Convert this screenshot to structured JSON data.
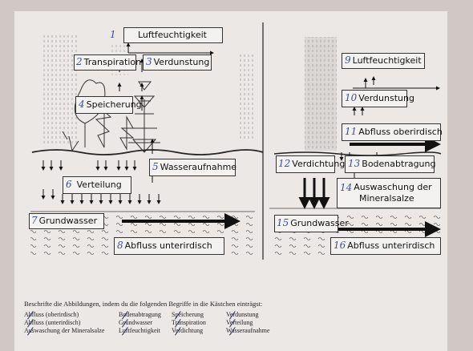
{
  "boxes": [
    {
      "num": "1",
      "label": "Luftfeuchtigkeit"
    },
    {
      "num": "2",
      "label": "Transpiration"
    },
    {
      "num": "3",
      "label": "Verdunstung"
    },
    {
      "num": "4",
      "label": "Speicherung"
    },
    {
      "num": "5",
      "label": "Wasseraufnahme"
    },
    {
      "num": "6",
      "label": "Verteilung"
    },
    {
      "num": "7",
      "label": "Grundwasser"
    },
    {
      "num": "8",
      "label": "Abfluss unterirdisch"
    },
    {
      "num": "9",
      "label": "Luftfeuchtigkeit"
    },
    {
      "num": "10",
      "label": "Verdunstung"
    },
    {
      "num": "11",
      "label": "Abfluss oberirdisch"
    },
    {
      "num": "12",
      "label": "Verdichtung"
    },
    {
      "num": "13",
      "label": "Bodenabtragung"
    },
    {
      "num": "14",
      "label": "Auswaschung der",
      "label2": "Mineralsalze"
    },
    {
      "num": "15",
      "label": "Grundwasser"
    },
    {
      "num": "16",
      "label": "Abfluss unterirdisch"
    }
  ],
  "instruction": "Beschrifte die Abbildungen, indem du die folgenden Begriffe in die Kästchen einträgst:",
  "word_bank": [
    [
      "Abfluss (oberirdisch)",
      "Bodenabtragung",
      "Speicherung",
      "Verdunstung"
    ],
    [
      "Abfluss (unterirdisch)",
      "Grundwasser",
      "Transpiration",
      "Verteilung"
    ],
    [
      "Auswaschung der Mineralsalze",
      "Luftfeuchtigkeit",
      "Verdichtung",
      "Wasseraufnahme"
    ]
  ],
  "colors": {
    "handwriting": "#3b4f9a",
    "ink": "#222222"
  }
}
